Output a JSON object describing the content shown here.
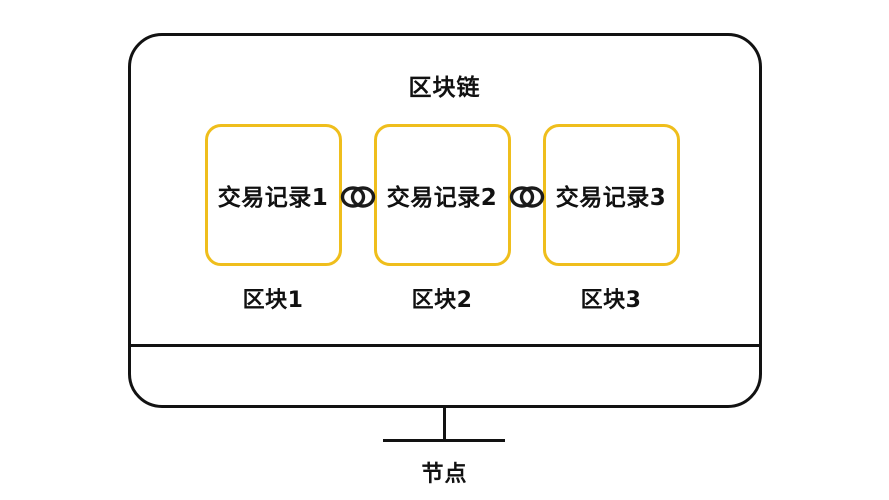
{
  "diagram": {
    "title": "区块链",
    "node_label": "节点",
    "colors": {
      "outline": "#121212",
      "block_border": "#EFBE1C",
      "background": "#FFFFFF",
      "text": "#111111"
    },
    "blocks": [
      {
        "content": "交易记录1",
        "caption": "区块1"
      },
      {
        "content": "交易记录2",
        "caption": "区块2"
      },
      {
        "content": "交易记录3",
        "caption": "区块3"
      }
    ],
    "connectors": [
      {
        "icon": "chain-link-icon"
      },
      {
        "icon": "chain-link-icon"
      }
    ]
  }
}
